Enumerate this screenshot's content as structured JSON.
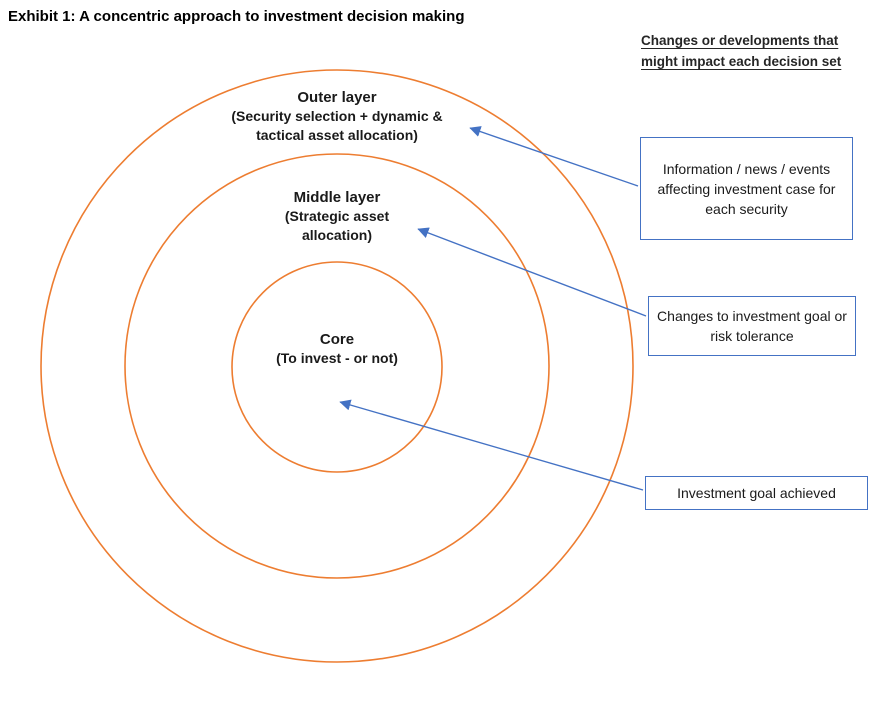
{
  "title": "Exhibit 1: A concentric approach to investment decision making",
  "diagram": {
    "circle_color": "#ED7D31",
    "arrow_color": "#4472C4",
    "circles": [
      {
        "name": "outer",
        "title": "Outer layer",
        "subtitle": "(Security selection + dynamic & tactical asset allocation)"
      },
      {
        "name": "middle",
        "title": "Middle layer",
        "subtitle": "(Strategic asset allocation)"
      },
      {
        "name": "core",
        "title": "Core",
        "subtitle": "(To invest - or not)"
      }
    ]
  },
  "legend": {
    "heading": "Changes or developments that might impact each decision set",
    "boxes": [
      {
        "text": "Information / news / events affecting investment case for each security"
      },
      {
        "text": "Changes to investment goal or risk tolerance"
      },
      {
        "text": "Investment goal achieved"
      }
    ]
  }
}
